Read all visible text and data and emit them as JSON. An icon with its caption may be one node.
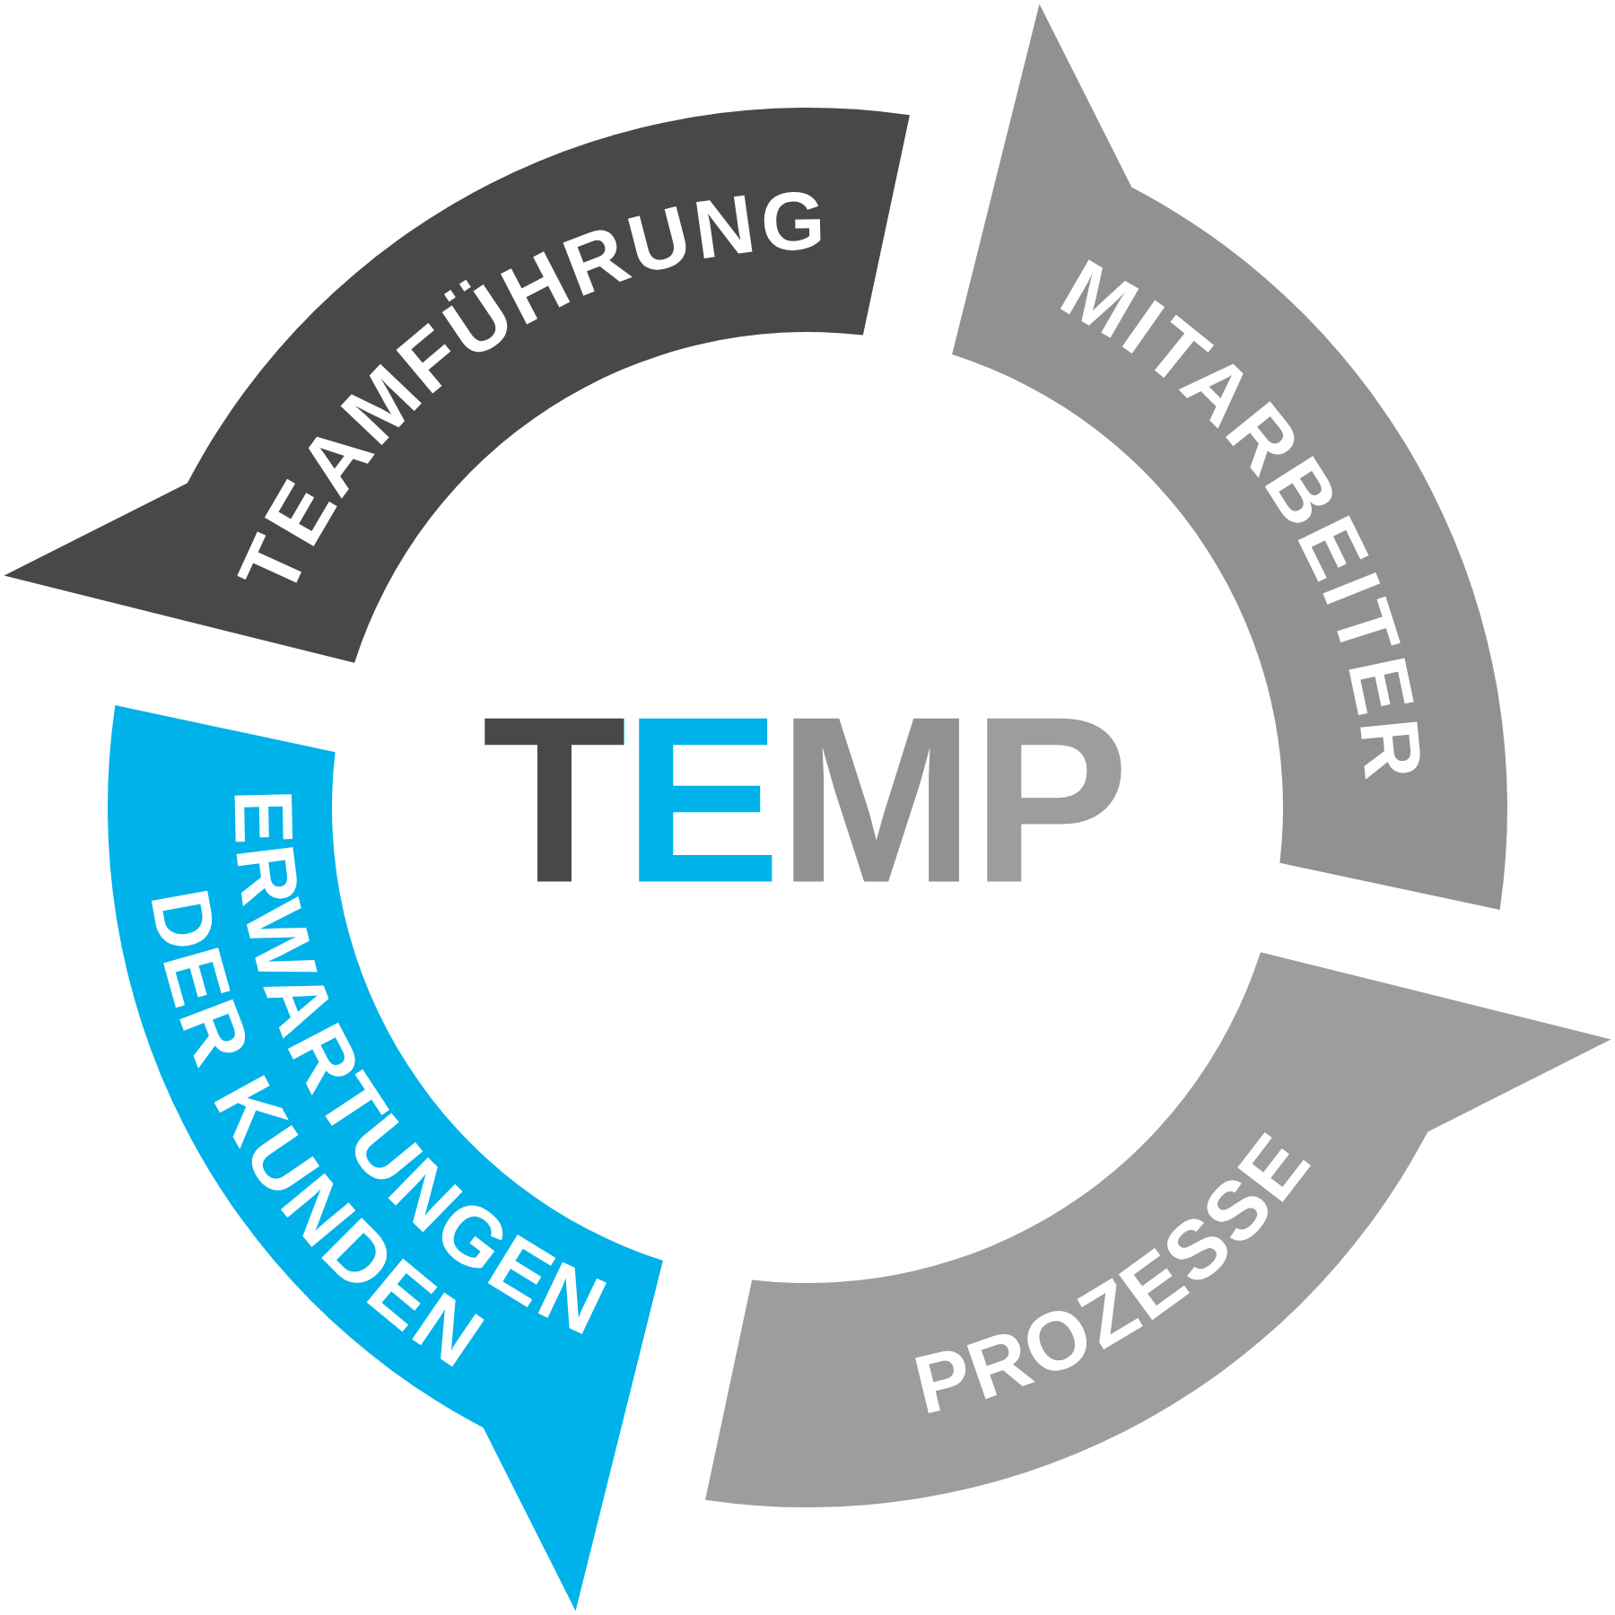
{
  "diagram": {
    "nodes": [
      {
        "text": [
          "TEAMFÜHRUNG"
        ]
      },
      {
        "text": [
          "MITARBEITER"
        ]
      },
      {
        "text": [
          "ERWARTUNGEN DER KUNDEN"
        ]
      },
      {
        "text": [
          "PROZESSE"
        ]
      }
    ],
    "labels": [
      "TEMP"
    ]
  }
}
